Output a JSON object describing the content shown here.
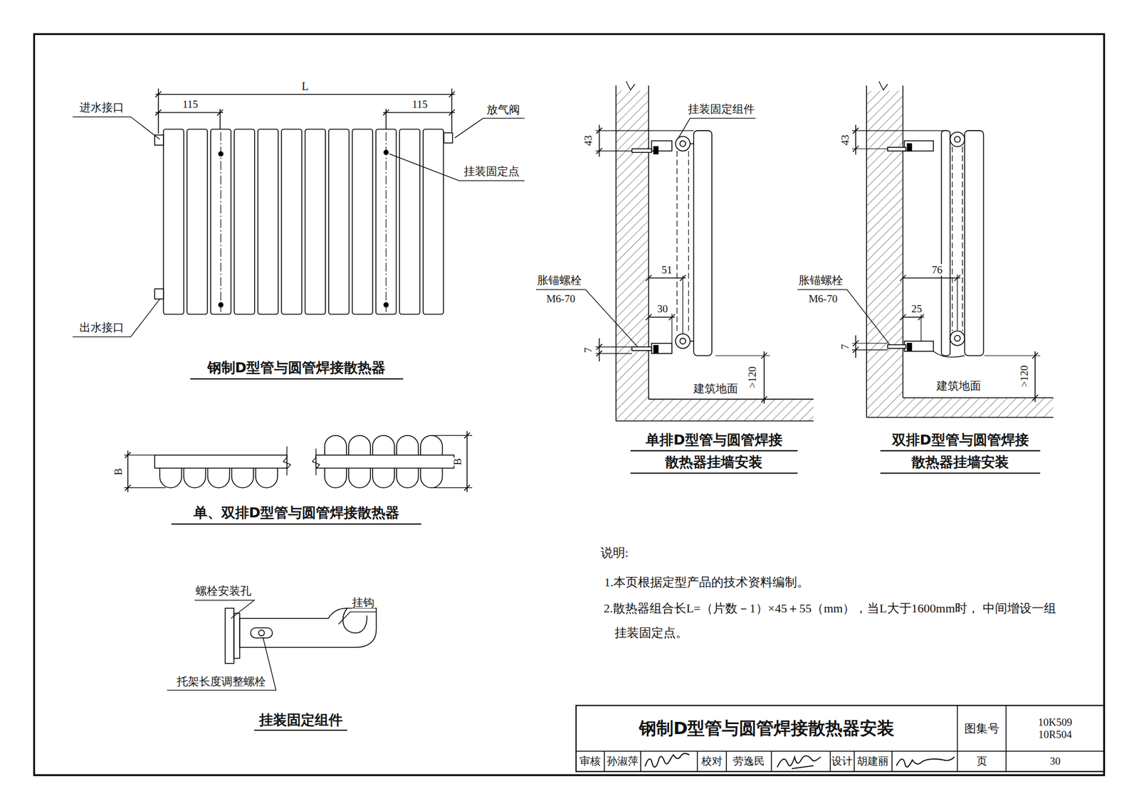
{
  "diagram": {
    "nodes": [
      {
        "text": [
          "钢制D型管与圆管焊接散热器安装"
        ]
      },
      {
        "text": [
          "图集号"
        ]
      },
      {
        "text": [
          "10K509",
          "10R504"
        ]
      },
      {
        "text": [
          "审核"
        ]
      },
      {
        "text": [
          "孙淑萍"
        ]
      },
      {
        "text": [
          "校对"
        ]
      },
      {
        "text": [
          "劳逸民"
        ]
      },
      {
        "text": [
          "设计"
        ]
      },
      {
        "text": [
          "胡建丽"
        ]
      },
      {
        "text": [
          "页"
        ]
      },
      {
        "text": [
          "30"
        ]
      }
    ],
    "labels": [
      "L",
      "115",
      "115",
      "进水接口",
      "放气阀",
      "挂装固定点",
      "出水接口",
      "钢制D型管与圆管焊接散热器",
      "B",
      "B",
      "单、双排D型管与圆管焊接散热器",
      "螺栓安装孔",
      "挂钩",
      "托架长度调整螺栓",
      "挂装固定组件",
      "挂装固定组件",
      "43",
      "胀锚螺栓",
      "M6-70",
      "51",
      "30",
      "7",
      "建筑地面",
      ">120",
      "单排D型管与圆管焊接",
      "散热器挂墙安装",
      "43",
      "胀锚螺栓",
      "M6-70",
      "76",
      "25",
      "7",
      "建筑地面",
      ">120",
      "双排D型管与圆管焊接",
      "散热器挂墙安装",
      "说明:",
      "1.本页根据定型产品的技术资料编制。",
      "2.散热器组合长L=（片数－1）×45＋55（mm），当L大于1600mm时， 中间增设一组挂装固定点。"
    ]
  }
}
